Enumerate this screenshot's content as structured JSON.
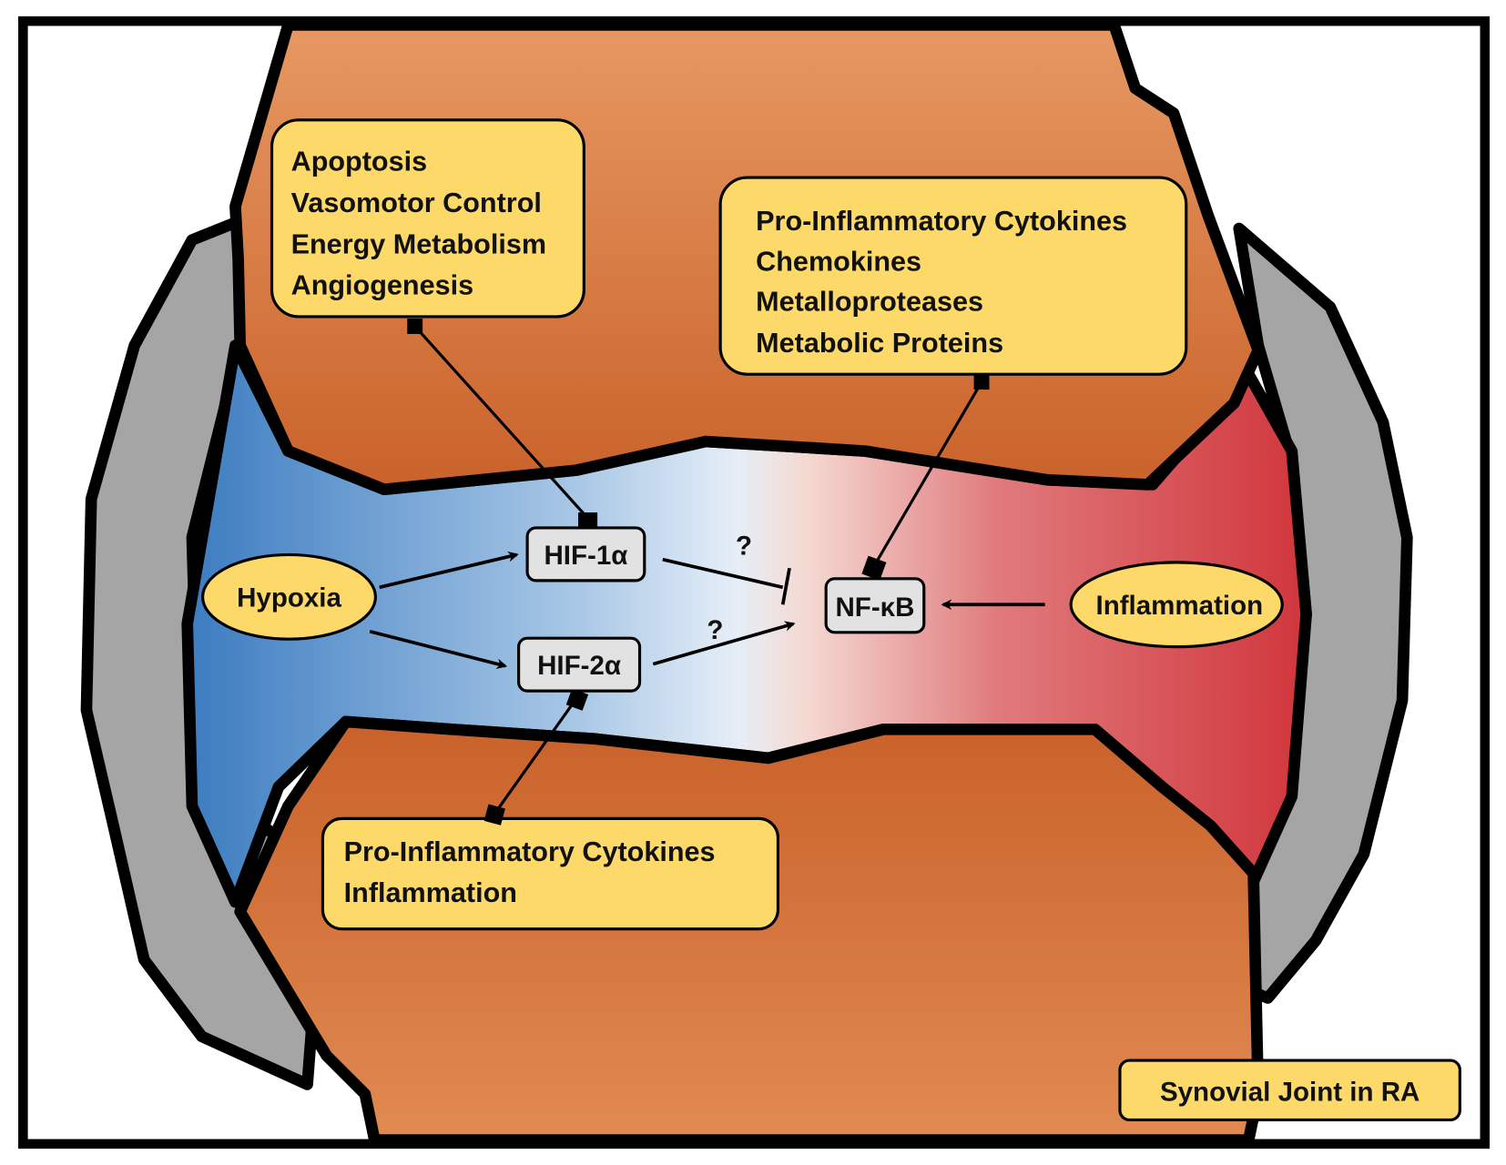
{
  "title_label": "Synovial Joint in RA",
  "colors": {
    "bone_top": "#e79862",
    "bone_mid": "#c9622a",
    "bone_bottom": "#e08a52",
    "synovium_gray": "#a5a5a5",
    "hypoxia_blue": "#3a7bc0",
    "center_white": "#eef2f6",
    "inflammation_red": "#d0343a",
    "box_yellow": "#fdd96a",
    "node_gray": "#e2e2e2",
    "outline": "#000000"
  },
  "nodes": {
    "hypoxia": "Hypoxia",
    "inflammation": "Inflammation",
    "hif1a": "HIF-1α",
    "hif2a": "HIF-2α",
    "nfkb": "NF-κB"
  },
  "edges": [
    {
      "from": "Hypoxia",
      "to": "HIF-1α",
      "type": "activates"
    },
    {
      "from": "Hypoxia",
      "to": "HIF-2α",
      "type": "activates"
    },
    {
      "from": "HIF-1α",
      "to": "NF-κB",
      "type": "inhibits",
      "label": "?"
    },
    {
      "from": "HIF-2α",
      "to": "NF-κB",
      "type": "activates",
      "label": "?"
    },
    {
      "from": "Inflammation",
      "to": "NF-κB",
      "type": "activates"
    },
    {
      "from": "HIF-1α",
      "to": "hif1a-targets",
      "type": "regulates"
    },
    {
      "from": "NF-κB",
      "to": "nfkb-targets",
      "type": "regulates"
    },
    {
      "from": "HIF-2α",
      "to": "hif2a-targets",
      "type": "regulates"
    }
  ],
  "question_marks": {
    "q1": "?",
    "q2": "?"
  },
  "boxes": {
    "hif1a_targets": [
      "Apoptosis",
      "Vasomotor Control",
      "Energy Metabolism",
      "Angiogenesis"
    ],
    "nfkb_targets": [
      "Pro-Inflammatory Cytokines",
      "Chemokines",
      "Metalloproteases",
      "Metabolic Proteins"
    ],
    "hif2a_targets": [
      "Pro-Inflammatory Cytokines",
      "Inflammation"
    ]
  }
}
